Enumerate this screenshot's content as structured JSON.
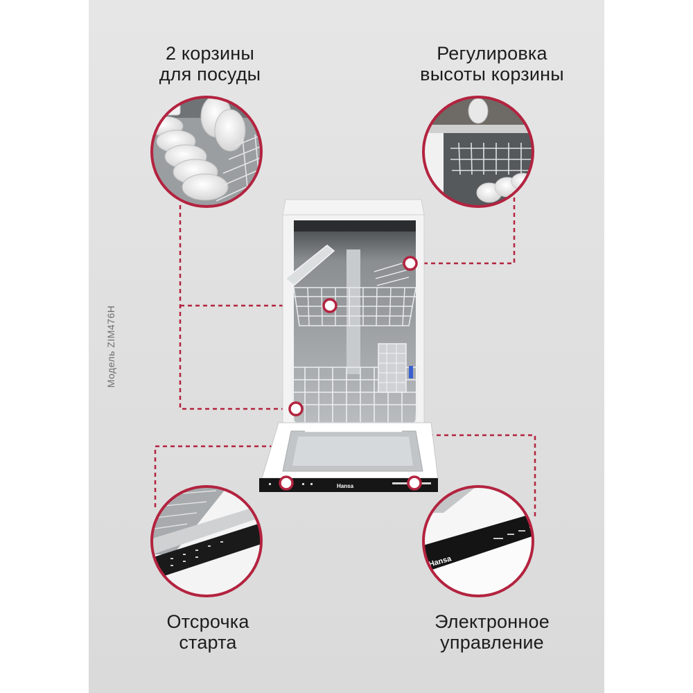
{
  "features": {
    "baskets": {
      "line1": "2 корзины",
      "line2": "для посуды"
    },
    "height_adjust": {
      "line1": "Регулировка",
      "line2": "высоты корзины"
    },
    "delay_start": {
      "line1": "Отсрочка",
      "line2": "старта"
    },
    "electronic_control": {
      "line1": "Электронное",
      "line2": "управление"
    }
  },
  "model": {
    "label": "Модель ZIM476H"
  },
  "brand": {
    "name": "Hansa"
  },
  "colors": {
    "accent": "#b3233f",
    "background": "#e2e2e2",
    "text": "#1c1c1c"
  }
}
